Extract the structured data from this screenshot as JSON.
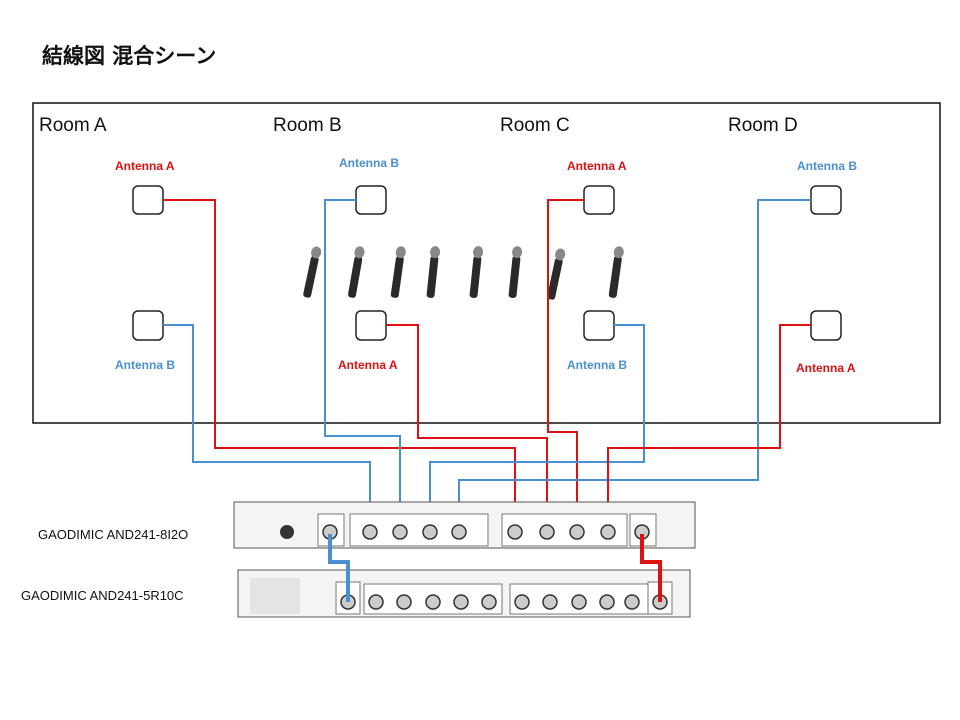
{
  "title": "結線図 混合シーン",
  "rooms": [
    {
      "name": "Room A"
    },
    {
      "name": "Room B"
    },
    {
      "name": "Room C"
    },
    {
      "name": "Room D"
    }
  ],
  "antennas": {
    "a1": "Antenna A",
    "a2": "Antenna B",
    "b1": "Antenna B",
    "b2": "Antenna A",
    "c1": "Antenna A",
    "c2": "Antenna B",
    "d1": "Antenna B",
    "d2": "Antenna A"
  },
  "devices": {
    "combiner": "GAODIMIC AND241-8I2O",
    "distributor": "GAODIMIC AND241-5R10C"
  },
  "colors": {
    "antenna_a": "#dd1111",
    "antenna_b": "#4a8fcf"
  }
}
